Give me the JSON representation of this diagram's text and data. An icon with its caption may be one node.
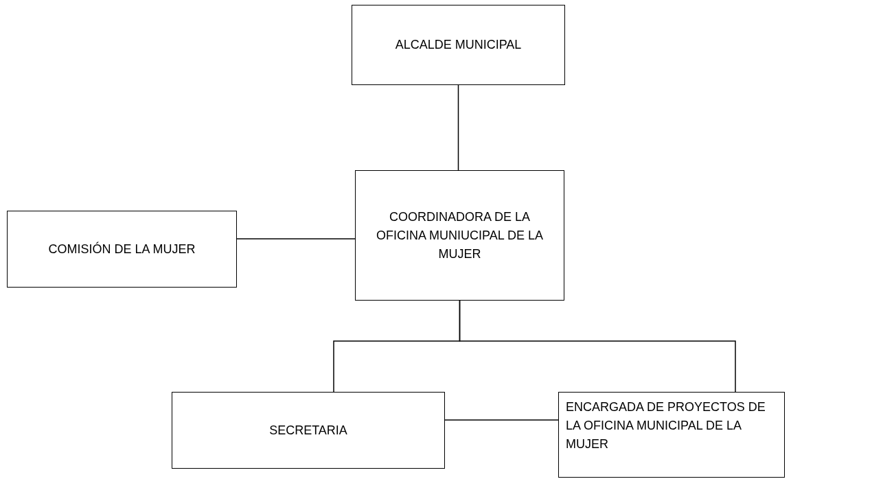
{
  "diagram": {
    "nodes": [
      {
        "text": [
          "ALCALDE MUNICIPAL"
        ]
      },
      {
        "text": [
          "COMISIÓN DE LA MUJER"
        ]
      },
      {
        "text": [
          "COORDINADORA DE LA OFICINA MUNIUCIPAL DE LA MUJER"
        ]
      },
      {
        "text": [
          "SECRETARIA"
        ]
      },
      {
        "text": [
          "ENCARGADA DE PROYECTOS DE LA OFICINA MUNICIPAL DE LA MUJER"
        ]
      }
    ],
    "edges": [
      {
        "from": 0,
        "to": 2,
        "arrow": "none"
      },
      {
        "from": 1,
        "to": 2,
        "arrow": "none"
      },
      {
        "from": 2,
        "to": 3,
        "arrow": "none"
      },
      {
        "from": 2,
        "to": 4,
        "arrow": "none"
      },
      {
        "from": 3,
        "to": 4,
        "arrow": "none"
      }
    ]
  }
}
